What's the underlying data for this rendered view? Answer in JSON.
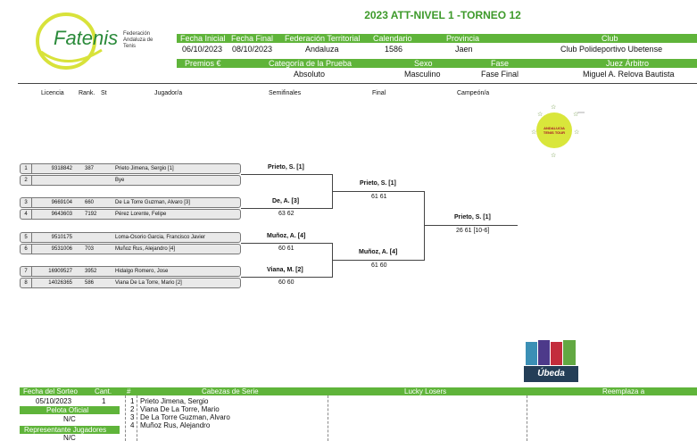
{
  "header": {
    "title": "2023 ATT-NIVEL 1 -TORNEO 12",
    "logo_text": "Fatenis",
    "logo_sub": [
      "Federación",
      "Andaluza de",
      "Tenis"
    ],
    "row1_labels": [
      "Fecha Inicial",
      "Fecha Final",
      "Federación Territorial",
      "Calendario",
      "Provincia",
      "Club"
    ],
    "row1_values": [
      "06/10/2023",
      "08/10/2023",
      "Andaluza",
      "1586",
      "Jaen",
      "Club Polideportivo Ubetense"
    ],
    "row2_labels": [
      "Premios €",
      "Categoría de la Prueba",
      "Sexo",
      "Fase",
      "Juez Árbitro"
    ],
    "row2_values": [
      "",
      "Absoluto",
      "Masculino",
      "Fase Final",
      "Miguel A. Relova Bautista"
    ]
  },
  "columns": [
    "Licencia",
    "Rank.",
    "St",
    "Jugador/a",
    "Semifinales",
    "Final",
    "Campeón/a"
  ],
  "badge_text": [
    "ANDALUCIA",
    "TENIS TOUR"
  ],
  "entries": [
    {
      "num": "1",
      "licencia": "9318842",
      "rank": "387",
      "player": "Prieto Jimena, Sergio [1]"
    },
    {
      "num": "2",
      "licencia": "",
      "rank": "",
      "player": "Bye"
    },
    {
      "num": "3",
      "licencia": "9669104",
      "rank": "660",
      "player": "De La Torre Guzman, Alvaro [3]"
    },
    {
      "num": "4",
      "licencia": "9643603",
      "rank": "7192",
      "player": "Pérez Lorente, Felipe"
    },
    {
      "num": "5",
      "licencia": "9510175",
      "rank": "",
      "player": "Loma-Osorio Garcia, Francisco Javier"
    },
    {
      "num": "6",
      "licencia": "9531006",
      "rank": "703",
      "player": "Muñoz Rus, Alejandro [4]"
    },
    {
      "num": "7",
      "licencia": "16909527",
      "rank": "3952",
      "player": "Hidalgo Romero, Jose"
    },
    {
      "num": "8",
      "licencia": "14026365",
      "rank": "586",
      "player": "Viana De La Torre, Mario [2]"
    }
  ],
  "r1": [
    {
      "winner": "Prieto, S. [1]",
      "score": ""
    },
    {
      "winner": "De, A. [3]",
      "score": "63 62"
    },
    {
      "winner": "Muñoz, A. [4]",
      "score": "60 61"
    },
    {
      "winner": "Viana, M. [2]",
      "score": "60 60"
    }
  ],
  "r2": [
    {
      "winner": "Prieto, S. [1]",
      "score": "61 61"
    },
    {
      "winner": "Muñoz, A. [4]",
      "score": "61 60"
    }
  ],
  "champion": {
    "winner": "Prieto, S. [1]",
    "score": "26 61 [10-6]"
  },
  "sponsor_text": "Úbeda",
  "footer": {
    "labels": [
      "Fecha del Sorteo",
      "Cant.",
      "#",
      "Cabezas de Serie",
      "Lucky Losers",
      "Reemplaza a"
    ],
    "fecha_sorteo": "05/10/2023",
    "cant": "1",
    "pelota_label": "Pelota Oficial",
    "pelota_value": "N/C",
    "rep_label": "Representante Jugadores",
    "rep_value": "N/C",
    "seeds": [
      {
        "n": "1",
        "name": "Prieto Jimena, Sergio"
      },
      {
        "n": "2",
        "name": "Viana De La Torre, Mario"
      },
      {
        "n": "3",
        "name": "De La Torre Guzman, Alvaro"
      },
      {
        "n": "4",
        "name": "Muñoz Rus, Alejandro"
      }
    ]
  }
}
